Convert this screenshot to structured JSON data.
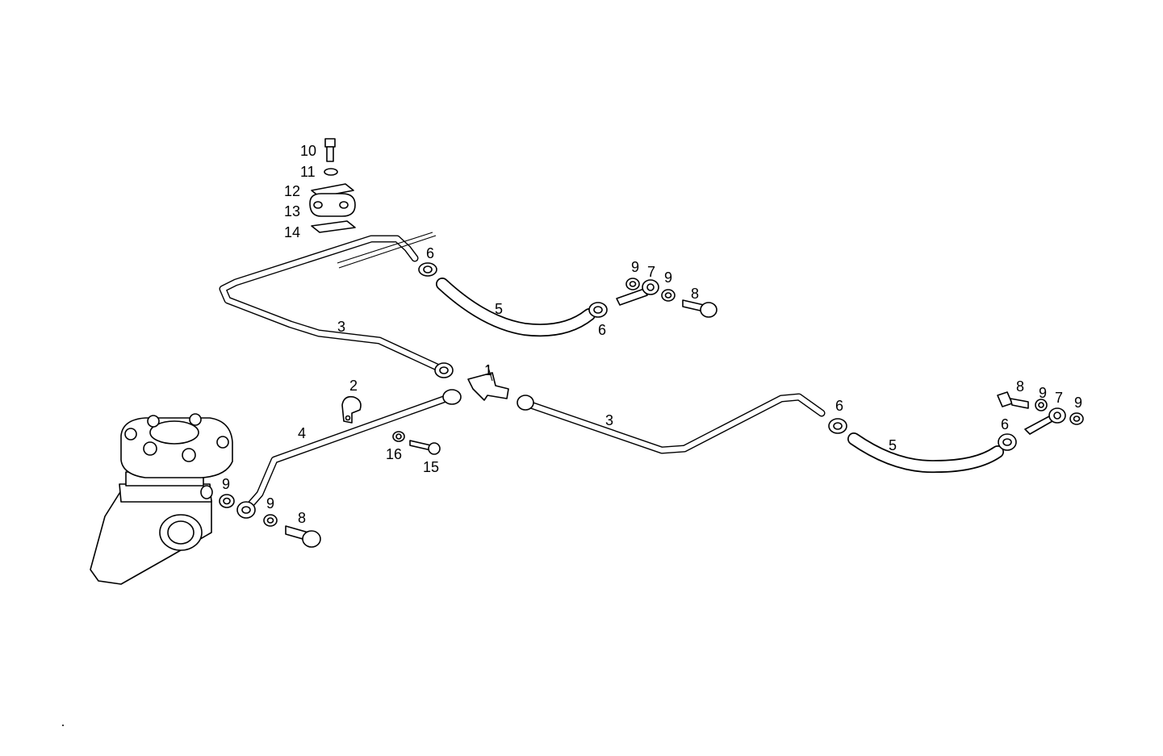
{
  "callouts": {
    "c1": "1",
    "c2": "2",
    "c3a": "3",
    "c3b": "3",
    "c4": "4",
    "c5a": "5",
    "c5b": "5",
    "c6a": "6",
    "c6b": "6",
    "c6c": "6",
    "c6d": "6",
    "c7a": "7",
    "c7b": "7",
    "c8a": "8",
    "c8b": "8",
    "c8c": "8",
    "c9a": "9",
    "c9b": "9",
    "c9c": "9",
    "c9d": "9",
    "c9e": "9",
    "c9f": "9",
    "c10": "10",
    "c11": "11",
    "c12": "12",
    "c13": "13",
    "c14": "14",
    "c15": "15",
    "c16": "16"
  }
}
